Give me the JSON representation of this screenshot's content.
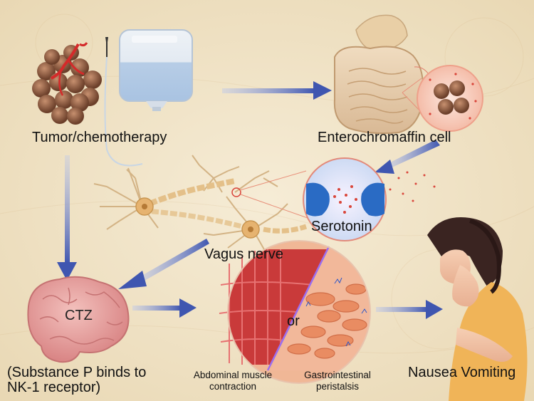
{
  "labels": {
    "tumor_chemo": "Tumor/chemotherapy",
    "enterochromaffin": "Enterochromaffin cell",
    "serotonin": "Serotonin",
    "vagus": "Vagus nerve",
    "ctz": "CTZ",
    "substance_p_line1": "(Substance P binds to",
    "substance_p_line2": "NK-1 receptor)",
    "or": "or",
    "abdominal_line1": "Abdominal muscle",
    "abdominal_line2": "contraction",
    "gi_line1": "Gastrointestinal",
    "gi_line2": "peristalsis",
    "nausea": "Nausea Vomiting"
  },
  "colors": {
    "background": "#f1e4c8",
    "arrow": "#4a63b8",
    "brain": "#e8a1a1",
    "muscle": "#c93a3a",
    "intestine": "#ec9a74",
    "serotonin_bubble": "#cfe0f5",
    "neuron": "#d9b98a"
  }
}
